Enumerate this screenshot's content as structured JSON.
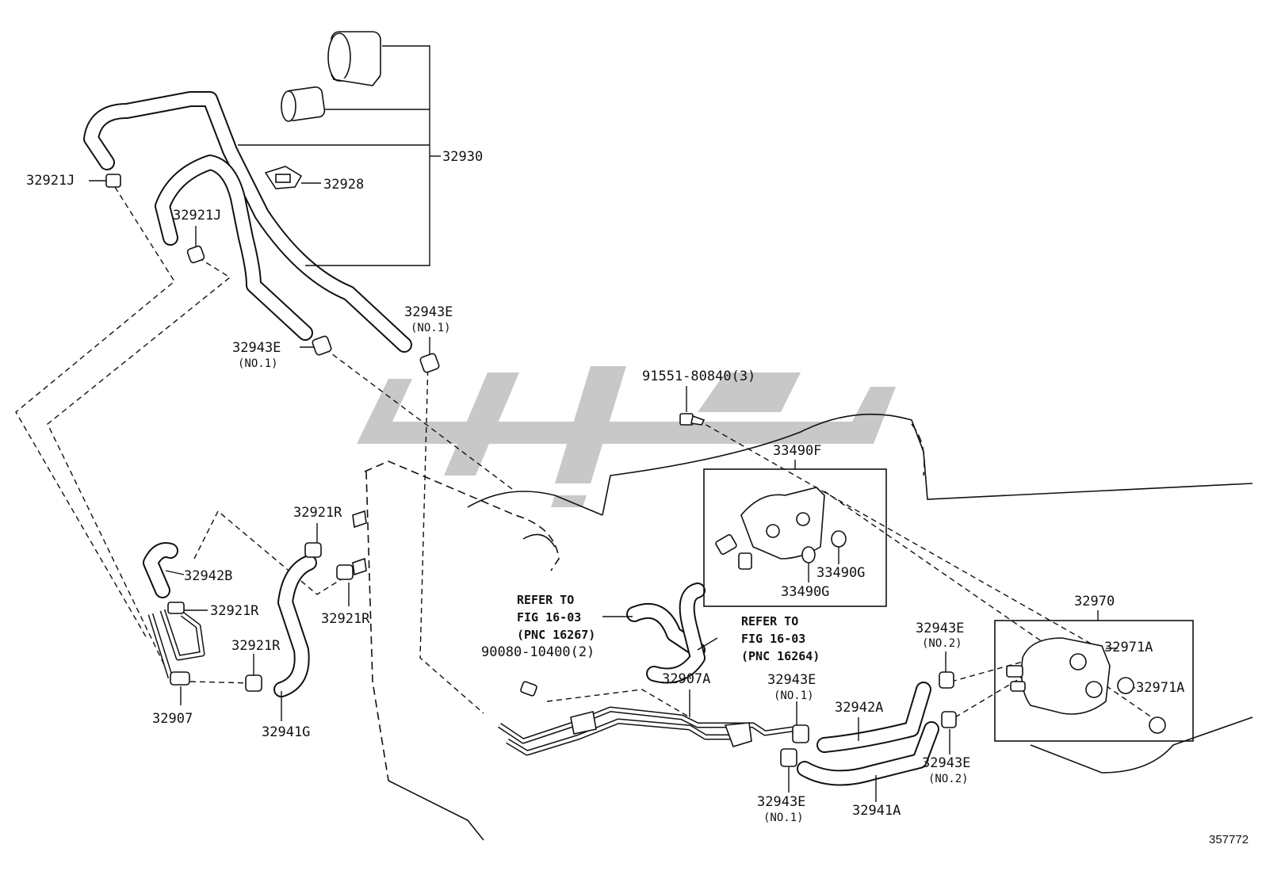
{
  "callouts": {
    "p32930": "32930",
    "p32928": "32928",
    "p32921J_a": "32921J",
    "p32921J_b": "32921J",
    "p32943E_a": "32943E",
    "p32943E_a_sub": "(NO.1)",
    "p32943E_b": "32943E",
    "p32943E_b_sub": "(NO.1)",
    "p91551": "91551-80840(3)",
    "p33490F": "33490F",
    "p33490G_a": "33490G",
    "p33490G_b": "33490G",
    "p32921R_a": "32921R",
    "p32921R_b": "32921R",
    "p32921R_c": "32921R",
    "p32921R_d": "32921R",
    "p32942B": "32942B",
    "p32907": "32907",
    "p32941G": "32941G",
    "p90080": "90080-10400(2)",
    "p32907A": "32907A",
    "p32943E_c": "32943E",
    "p32943E_c_sub": "(NO.1)",
    "p32943E_d": "32943E",
    "p32943E_d_sub": "(NO.1)",
    "p32942A": "32942A",
    "p32941A": "32941A",
    "p32943E_e": "32943E",
    "p32943E_e_sub": "(NO.2)",
    "p32943E_f": "32943E",
    "p32943E_f_sub": "(NO.2)",
    "p32970": "32970",
    "p32971A_a": "32971A",
    "p32971A_b": "32971A"
  },
  "references": {
    "left": {
      "line1": "REFER TO",
      "line2": "FIG 16-03",
      "line3": "(PNC 16267)"
    },
    "right": {
      "line1": "REFER TO",
      "line2": "FIG 16-03",
      "line3": "(PNC 16264)"
    }
  },
  "diagram_code": "357772",
  "colors": {
    "ink": "#111111",
    "watermark": "#c8c8c8"
  }
}
